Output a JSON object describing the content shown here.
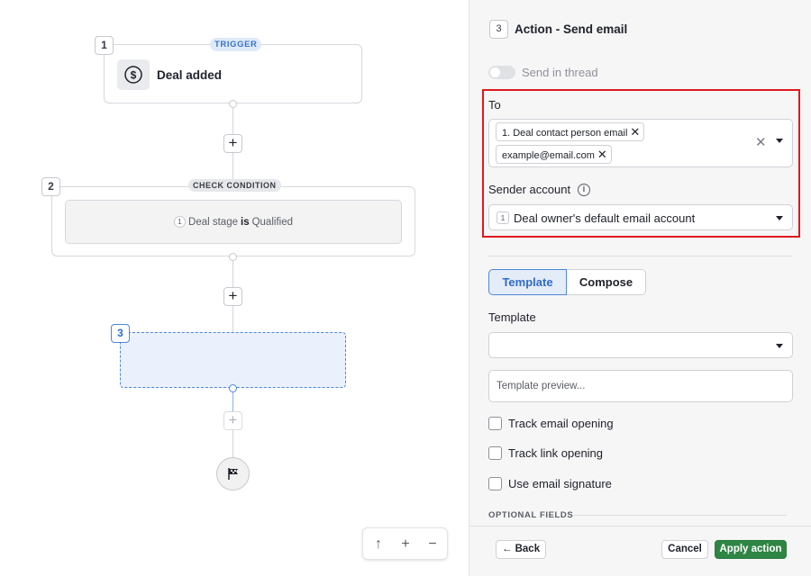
{
  "canvas": {
    "trigger": {
      "number": "1",
      "badge": "TRIGGER",
      "title": "Deal added",
      "icon": "dollar-circle-icon"
    },
    "condition": {
      "number": "2",
      "badge": "CHECK CONDITION",
      "ref_number": "1",
      "field": "Deal stage",
      "operator": "is",
      "value": "Qualified"
    },
    "action": {
      "number": "3"
    },
    "add_label": "+",
    "end_icon": "finish-flag-icon",
    "zoom": {
      "up": "↑",
      "in": "+",
      "out": "−"
    }
  },
  "panel": {
    "step_number": "3",
    "title": "Action - Send email",
    "send_in_thread": {
      "label": "Send in thread",
      "enabled": false
    },
    "to": {
      "label": "To",
      "chips": [
        "1. Deal contact person email",
        "example@email.com"
      ],
      "clear_symbol": "✕",
      "chip_remove_symbol": "✕"
    },
    "sender": {
      "label": "Sender account",
      "info_symbol": "i",
      "ref_number": "1",
      "value": "Deal owner's default email account"
    },
    "tabs": {
      "template": "Template",
      "compose": "Compose",
      "active": "template"
    },
    "template": {
      "label": "Template",
      "value": "",
      "preview_placeholder": "Template preview..."
    },
    "checkboxes": [
      {
        "label": "Track email opening",
        "checked": false
      },
      {
        "label": "Track link opening",
        "checked": false
      },
      {
        "label": "Use email signature",
        "checked": false
      }
    ],
    "optional_fields_label": "OPTIONAL FIELDS",
    "footer": {
      "back": "Back",
      "back_icon": "arrow-left-icon",
      "cancel": "Cancel",
      "apply": "Apply action"
    }
  },
  "colors": {
    "accent_blue": "#4f86d9",
    "apply_green": "#2f8544",
    "highlight_red": "#e0191e"
  }
}
